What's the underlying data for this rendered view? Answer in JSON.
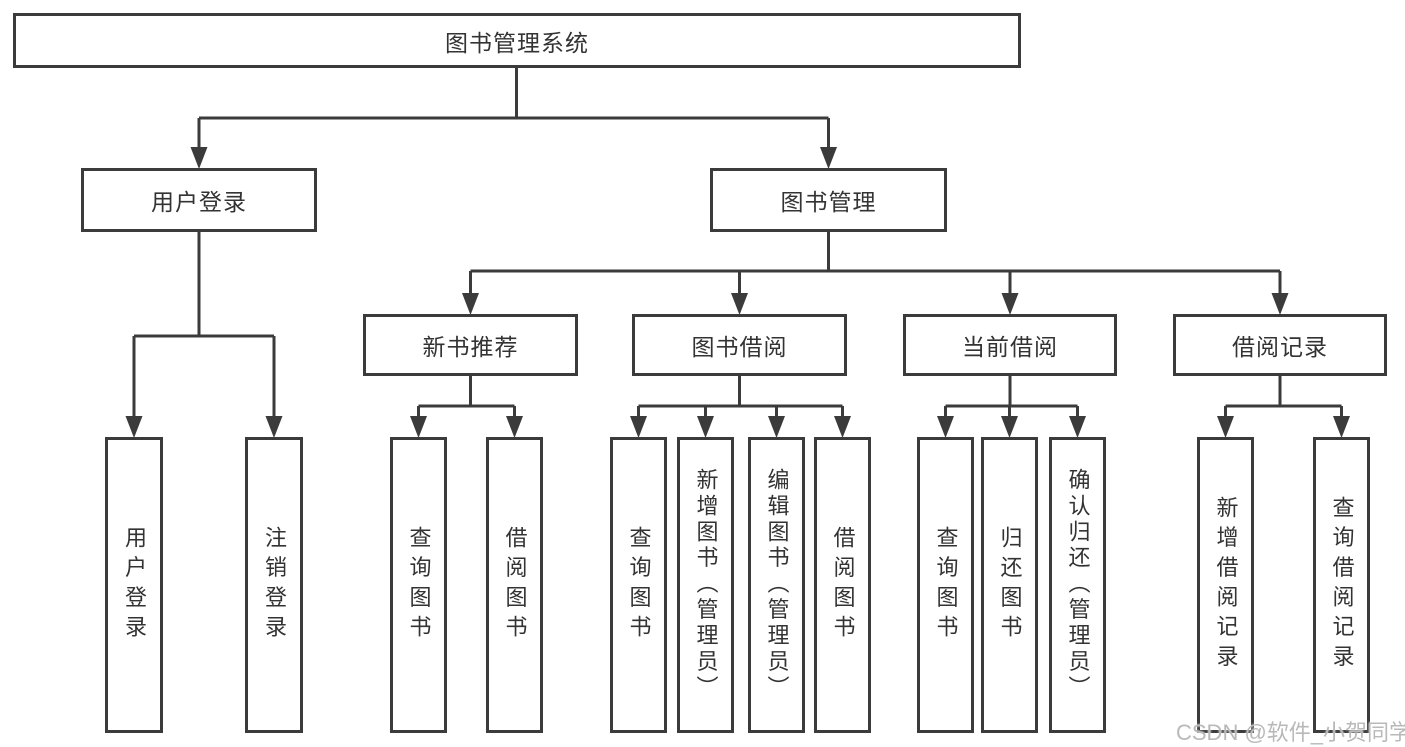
{
  "diagram": {
    "root": {
      "label": "图书管理系统"
    },
    "branches": [
      {
        "label": "用户登录",
        "children": [
          {
            "label": "用户登录"
          },
          {
            "label": "注销登录"
          }
        ]
      },
      {
        "label": "图书管理",
        "children": [
          {
            "label": "新书推荐",
            "children": [
              {
                "label": "查询图书"
              },
              {
                "label": "借阅图书"
              }
            ]
          },
          {
            "label": "图书借阅",
            "children": [
              {
                "label": "查询图书"
              },
              {
                "label": "新增图书（管理员）"
              },
              {
                "label": "编辑图书（管理员）"
              },
              {
                "label": "借阅图书"
              }
            ]
          },
          {
            "label": "当前借阅",
            "children": [
              {
                "label": "查询图书"
              },
              {
                "label": "归还图书"
              },
              {
                "label": "确认归还（管理员）"
              }
            ]
          },
          {
            "label": "借阅记录",
            "children": [
              {
                "label": "新增借阅记录"
              },
              {
                "label": "查询借阅记录"
              }
            ]
          }
        ]
      }
    ]
  },
  "watermark": {
    "text": "CSDN @软件_小贺同学"
  },
  "colors": {
    "line": "#3b3b3b",
    "text": "#333333",
    "background": "#ffffff",
    "watermark": "#b9b9b9"
  }
}
